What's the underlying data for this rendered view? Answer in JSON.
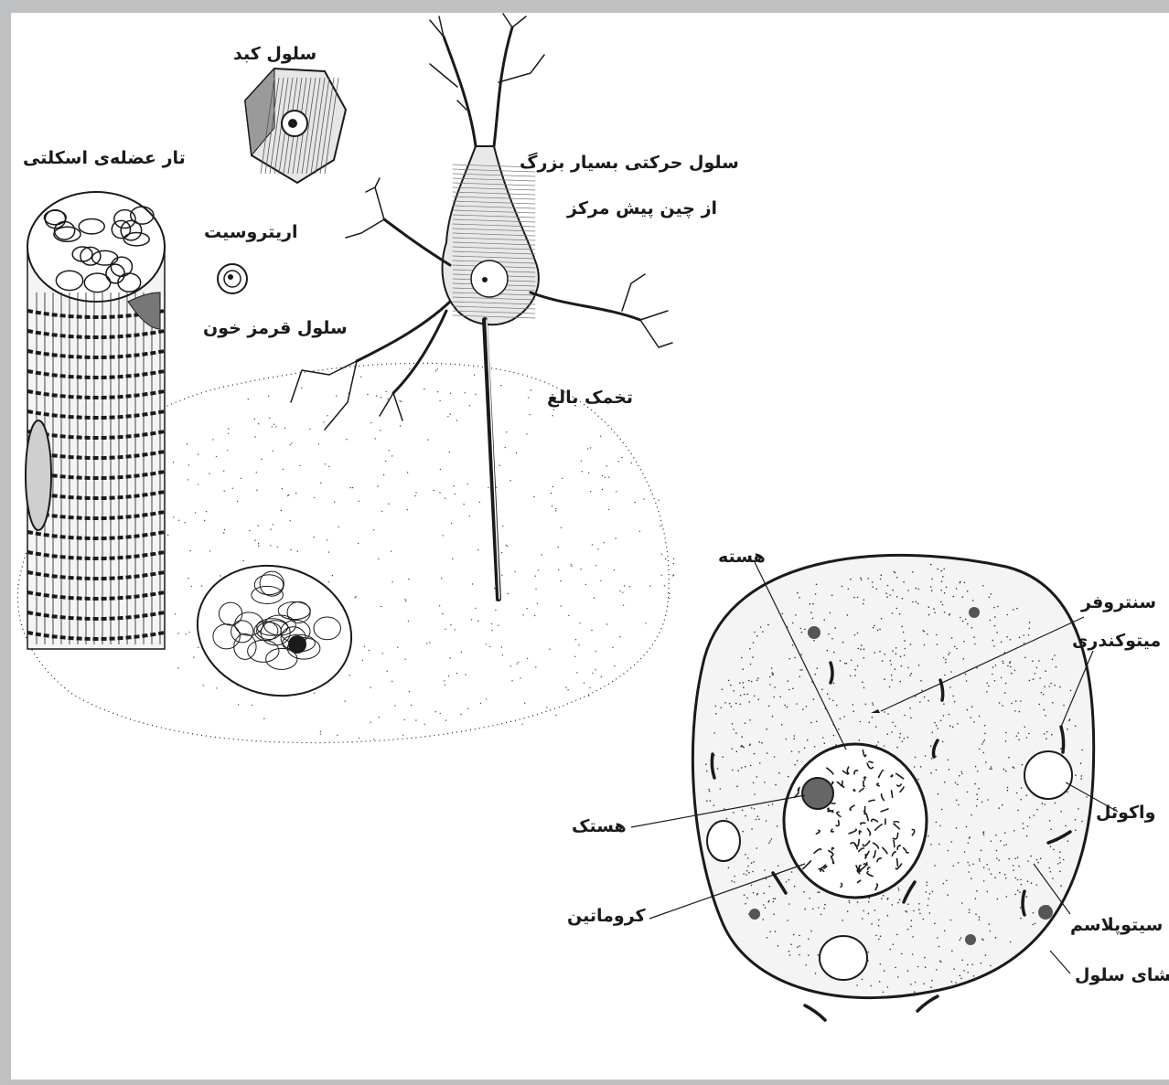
{
  "labels": {
    "liver_cell": "سلول کبد",
    "skeletal_muscle_fiber": "تار عضله‌ی اسکلتی",
    "erythrocyte": "اریتروسیت",
    "red_blood_cell": "سلول قرمز خون",
    "motor_cell_line1": "سلول حرکتی بسیار بزرگ",
    "motor_cell_line2": "از چین پیش مرکز",
    "mature_egg": "تخمک بالغ",
    "nucleus": "هسته",
    "centrosome": "سنتروفر",
    "mitochondria": "میتوکندری",
    "nucleolus": "هستک",
    "vacuole": "واکوئل",
    "chromatin": "کروماتین",
    "cytoplasm": "سیتوپلاسم",
    "cell_membrane": "غشای سلول"
  },
  "colors": {
    "frame": "#bfc0c2",
    "ink": "#1a1a1a",
    "cell_fill": "#f4f4f4"
  }
}
